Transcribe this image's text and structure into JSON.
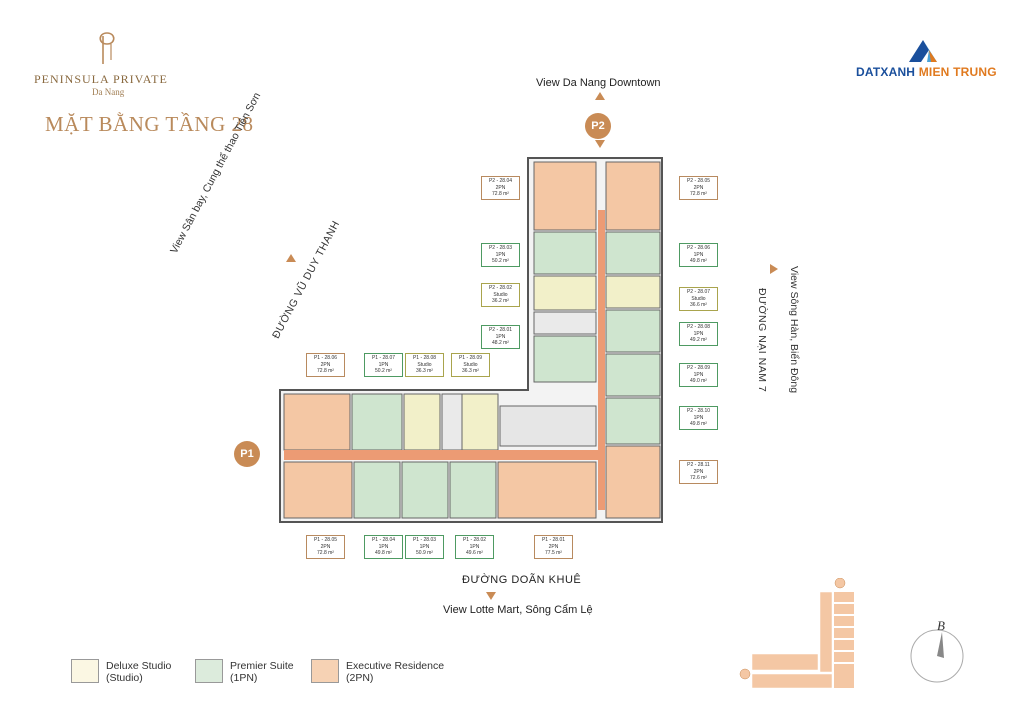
{
  "brand": {
    "name": "PENINSULA PRIVATE",
    "city": "Da Nang"
  },
  "floor_title": "MẶT BẰNG TẦNG 28",
  "developer": {
    "part1": "DATXANH",
    "part2": "MIEN TRUNG"
  },
  "views": {
    "top": "View Da Nang Downtown",
    "left": "View Sân bay, Cung thể thao Tiên Sơn",
    "right": "View Sông Hàn, Biển Đông",
    "bottom": "View Lotte Mart, Sông Cẩm Lệ"
  },
  "streets": {
    "left": "ĐƯỜNG VŨ DUY THANH",
    "right": "ĐƯỜNG NẠI NAM 7",
    "bottom": "ĐƯỜNG DOÃN KHUÊ"
  },
  "towers": {
    "p1": "P1",
    "p2": "P2"
  },
  "units": [
    {
      "code": "P2 - 28.04",
      "type": "2PN",
      "area": "72.8 m²"
    },
    {
      "code": "P2 - 28.05",
      "type": "2PN",
      "area": "72.8 m²"
    },
    {
      "code": "P2 - 28.03",
      "type": "1PN",
      "area": "50.2 m²"
    },
    {
      "code": "P2 - 28.06",
      "type": "1PN",
      "area": "49.8 m²"
    },
    {
      "code": "P2 - 28.02",
      "type": "Studio",
      "area": "36.2 m²"
    },
    {
      "code": "P2 - 28.07",
      "type": "Studio",
      "area": "36.6 m²"
    },
    {
      "code": "P2 - 28.01",
      "type": "1PN",
      "area": "48.2 m²"
    },
    {
      "code": "P2 - 28.08",
      "type": "1PN",
      "area": "49.2 m²"
    },
    {
      "code": "P2 - 28.09",
      "type": "1PN",
      "area": "49.0 m²"
    },
    {
      "code": "P2 - 28.10",
      "type": "1PN",
      "area": "49.8 m²"
    },
    {
      "code": "P2 - 28.11",
      "type": "2PN",
      "area": "72.6 m²"
    },
    {
      "code": "P1 - 28.06",
      "type": "2PN",
      "area": "72.8 m²"
    },
    {
      "code": "P1 - 28.07",
      "type": "1PN",
      "area": "50.2 m²"
    },
    {
      "code": "P1 - 28.08",
      "type": "Studio",
      "area": "36.3 m²"
    },
    {
      "code": "P1 - 28.09",
      "type": "Studio",
      "area": "36.3 m²"
    },
    {
      "code": "P1 - 28.05",
      "type": "2PN",
      "area": "72.8 m²"
    },
    {
      "code": "P1 - 28.04",
      "type": "1PN",
      "area": "49.8 m²"
    },
    {
      "code": "P1 - 28.03",
      "type": "1PN",
      "area": "50.9 m²"
    },
    {
      "code": "P1 - 28.02",
      "type": "1PN",
      "area": "49.6 m²"
    },
    {
      "code": "P1 - 28.01",
      "type": "2PN",
      "area": "77.5 m²"
    }
  ],
  "legend": [
    {
      "name": "Deluxe Studio",
      "sub": "(Studio)",
      "color": "#fbf7e3"
    },
    {
      "name": "Premier Suite",
      "sub": "(1PN)",
      "color": "#dcebdc"
    },
    {
      "name": "Executive Residence",
      "sub": "(2PN)",
      "color": "#f6d2b4"
    }
  ],
  "compass": {
    "label": "B"
  },
  "colors": {
    "studio": "#f2f0c9",
    "one_br": "#cfe5cf",
    "two_br": "#f4c7a4",
    "corridor": "#ec9b74",
    "accent": "#c98b55"
  }
}
